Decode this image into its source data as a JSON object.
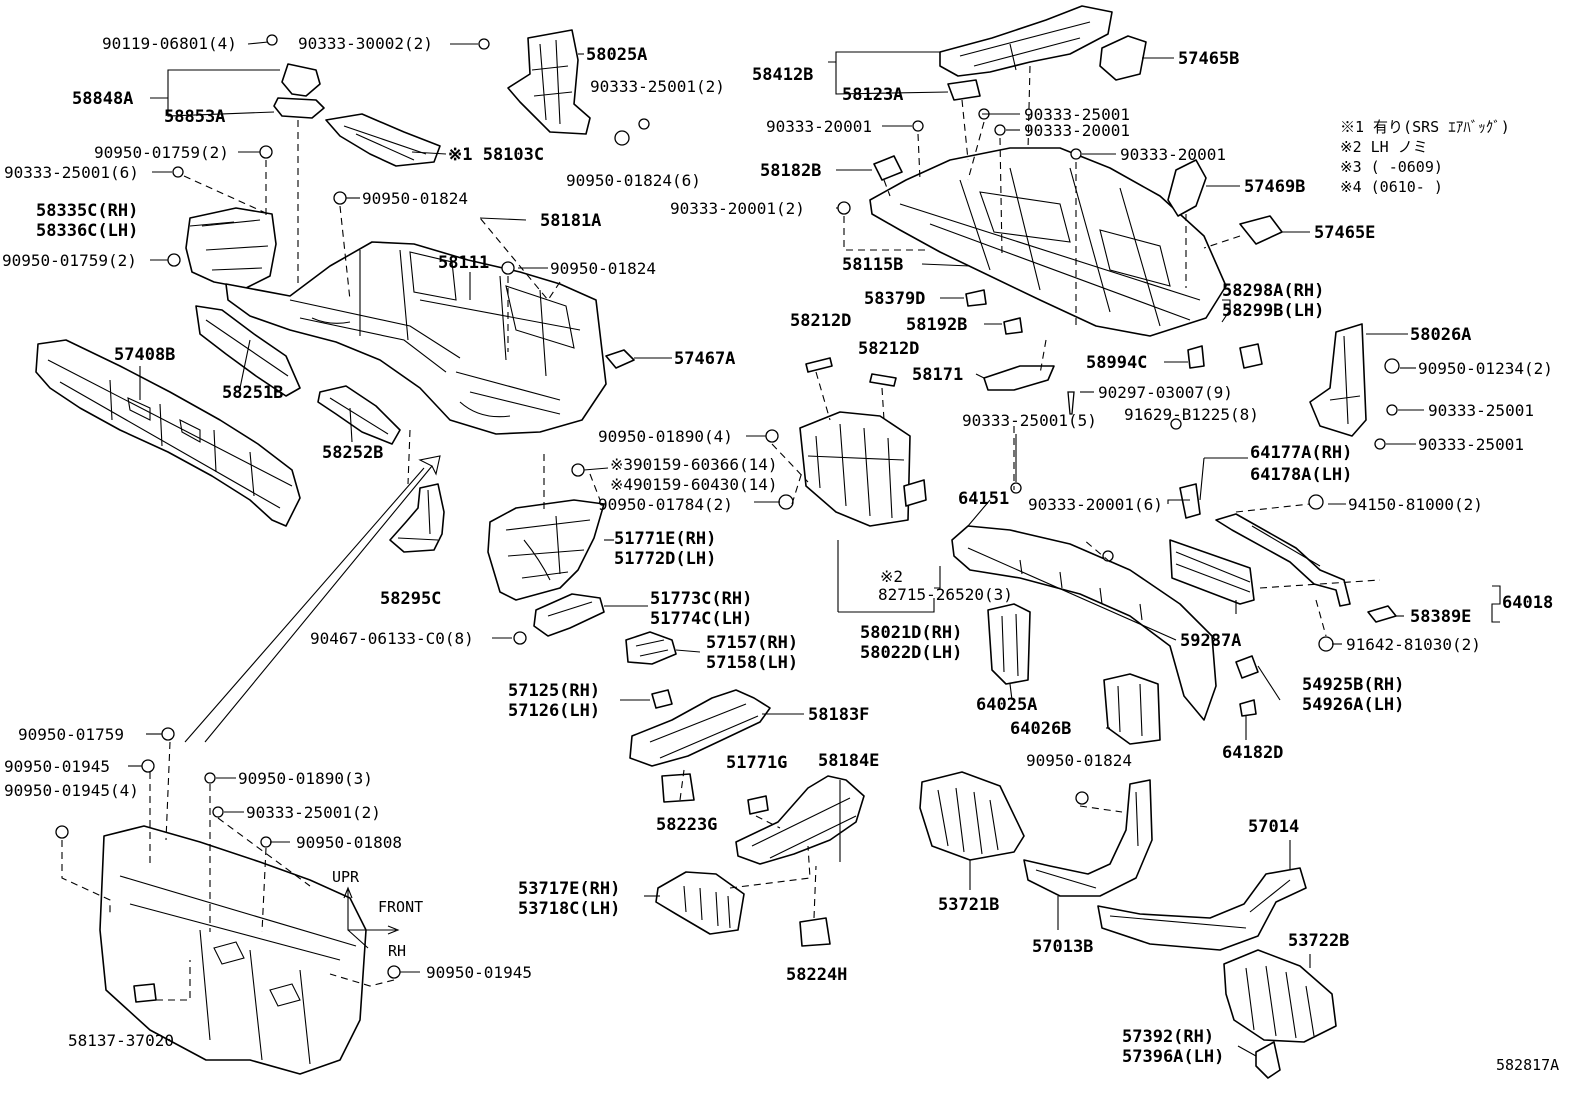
{
  "labels": {
    "l001": "90119-06801(4)",
    "l002": "90333-30002(2)",
    "l003": "58025A",
    "l004": "58848A",
    "l005": "58853A",
    "l006": "90333-25001(2)",
    "l007": "※1 58103C",
    "l008": "90950-01759(2)",
    "l009": "90333-25001(6)",
    "l010": "90950-01824(6)",
    "l011": "58335C(RH)",
    "l012": "58336C(LH)",
    "l013": "90950-01824",
    "l014": "58181A",
    "l015": "90950-01759(2)",
    "l016": "58111",
    "l017": "90950-01824",
    "l018": "57408B",
    "l019": "58251B",
    "l020": "57467A",
    "l021": "58252B",
    "l022": "90950-01890(4)",
    "l023": "※390159-60366(14)",
    "l024": "※490159-60430(14)",
    "l025": "90950-01784(2)",
    "l026": "51771E(RH)",
    "l027": "51772D(LH)",
    "l028": "58295C",
    "l029": "51773C(RH)",
    "l030": "51774C(LH)",
    "l031": "90467-06133-C0(8)",
    "l032": "57157(RH)",
    "l033": "57158(LH)",
    "l034": "57125(RH)",
    "l035": "57126(LH)",
    "l036": "58183F",
    "l037": "90950-01759",
    "l038": "90950-01945",
    "l039": "90950-01945(4)",
    "l040": "90950-01890(3)",
    "l041": "90333-25001(2)",
    "l042": "90950-01808",
    "l043": "UPR",
    "l044": "FRONT",
    "l045": "RH",
    "l046": "90950-01945",
    "l047": "58137-37020",
    "l048": "51771G",
    "l049": "58184E",
    "l050": "58223G",
    "l051": "53717E(RH)",
    "l052": "53718C(LH)",
    "l053": "58224H",
    "l054": "58412B",
    "l055": "57465B",
    "l056": "58123A",
    "l057": "90333-25001",
    "l058": "90333-20001",
    "l059": "90333-20001",
    "l060": "90333-20001",
    "l061": "58182B",
    "l062": "57469B",
    "l063": "90333-20001(2)",
    "l064": "57465E",
    "l065": "58115B",
    "l066": "58379D",
    "l067": "58298A(RH)",
    "l068": "58299B(LH)",
    "l069": "58212D",
    "l070": "58192B",
    "l071": "58212D",
    "l072": "58171",
    "l073": "58994C",
    "l074": "58026A",
    "l075": "90950-01234(2)",
    "l076": "90297-03007(9)",
    "l077": "90333-25001",
    "l078": "91629-B1225(8)",
    "l079": "90333-25001",
    "l080": "90333-25001(5)",
    "l081": "64177A(RH)",
    "l082": "64178A(LH)",
    "l083": "64151",
    "l084": "90333-20001(6)",
    "l085": "94150-81000(2)",
    "l086": "※2",
    "l087": "82715-26520(3)",
    "l088": "64018",
    "l089": "58389E",
    "l090": "59287A",
    "l091": "58021D(RH)",
    "l092": "58022D(LH)",
    "l093": "91642-81030(2)",
    "l094": "54925B(RH)",
    "l095": "54926A(LH)",
    "l096": "64025A",
    "l097": "64026B",
    "l098": "64182D",
    "l099": "90950-01824",
    "l100": "57014",
    "l101": "53721B",
    "l102": "57013B",
    "l103": "53722B",
    "l104": "57392(RH)",
    "l105": "57396A(LH)",
    "l106": "582817A"
  },
  "notes": {
    "n1": "※1 有り(SRS ｴｱﾊﾞｯｸﾞ)",
    "n2": "※2 LH ノミ",
    "n3": "※3 (      -0609)",
    "n4": "※4 (0610-      )"
  }
}
